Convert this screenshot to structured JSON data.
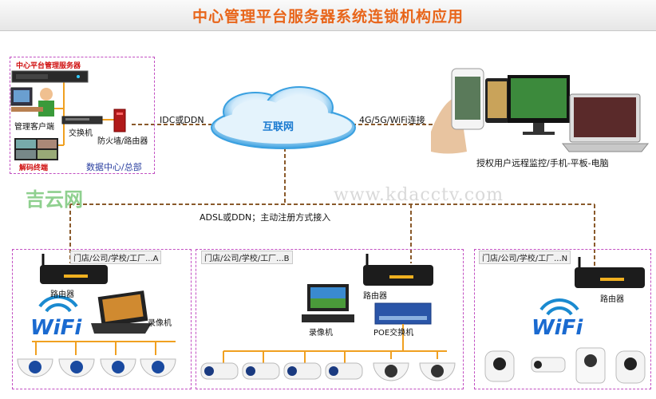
{
  "title": "中心管理平台服务器系统连锁机构应用",
  "internet": "互联网",
  "links": {
    "idc": "IDC或DDN",
    "mobile": "4G/5G/WiFi连接",
    "adsl": "ADSL或DDN；主动注册方式接入"
  },
  "center": {
    "server": "中心平台管理服务器",
    "client": "管理客户端",
    "switch": "交换机",
    "firewall": "防火墙/路由器",
    "decoder": "解码终端",
    "datacenter": "数据中心/总部"
  },
  "remote_users": "授权用户远程监控/手机-平板-电脑",
  "watermark_site": "www.kdacctv.com",
  "watermark_logo": "吉云网",
  "branches": {
    "a": {
      "tag": "门店/公司/学校/工厂...A",
      "router": "路由器",
      "nvr": "录像机",
      "wifi": "WiFi"
    },
    "b": {
      "tag": "门店/公司/学校/工厂...B",
      "router": "路由器",
      "nvr": "录像机",
      "poe": "POE交换机"
    },
    "n": {
      "tag": "门店/公司/学校/工厂...N",
      "router": "路由器",
      "wifi": "WiFi"
    }
  },
  "colors": {
    "title": "#e8651a",
    "zone_border": "#c24fc2",
    "dashed_link": "#8a5a2b",
    "wire": "#f0a020",
    "cloud": "#2f9ee0"
  }
}
